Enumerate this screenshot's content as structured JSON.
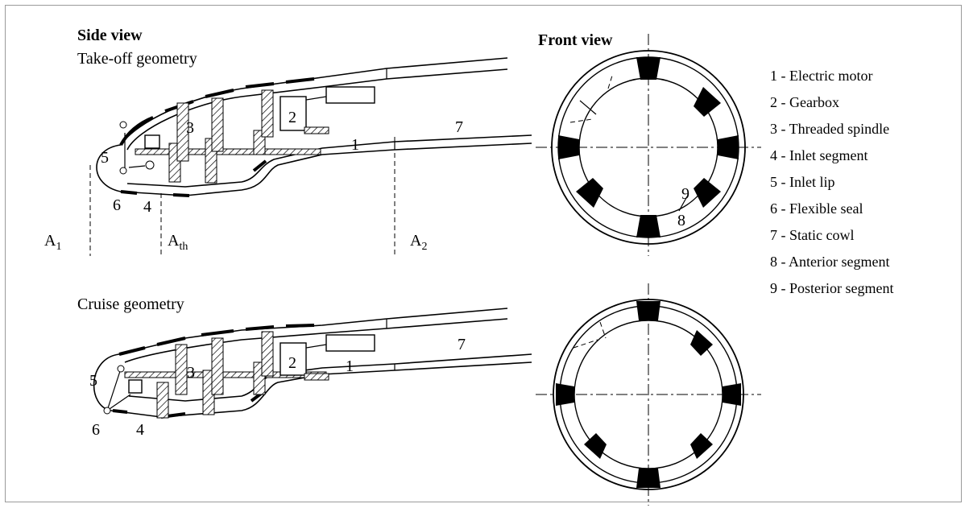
{
  "side_view_title": "Side view",
  "front_view_title": "Front view",
  "takeoff_label": "Take-off geometry",
  "cruise_label": "Cruise geometry",
  "area_labels": {
    "a1": "A",
    "a1_sub": "1",
    "ath": "A",
    "ath_sub": "th",
    "a2": "A",
    "a2_sub": "2"
  },
  "part_numbers": [
    "1",
    "2",
    "3",
    "4",
    "5",
    "6",
    "7",
    "8",
    "9"
  ],
  "legend": [
    "1 - Electric motor",
    "2 - Gearbox",
    "3 - Threaded spindle",
    "4 - Inlet segment",
    "5 - Inlet lip",
    "6 - Flexible seal",
    "7 - Static cowl",
    "8 - Anterior segment",
    "9 - Posterior segment"
  ]
}
